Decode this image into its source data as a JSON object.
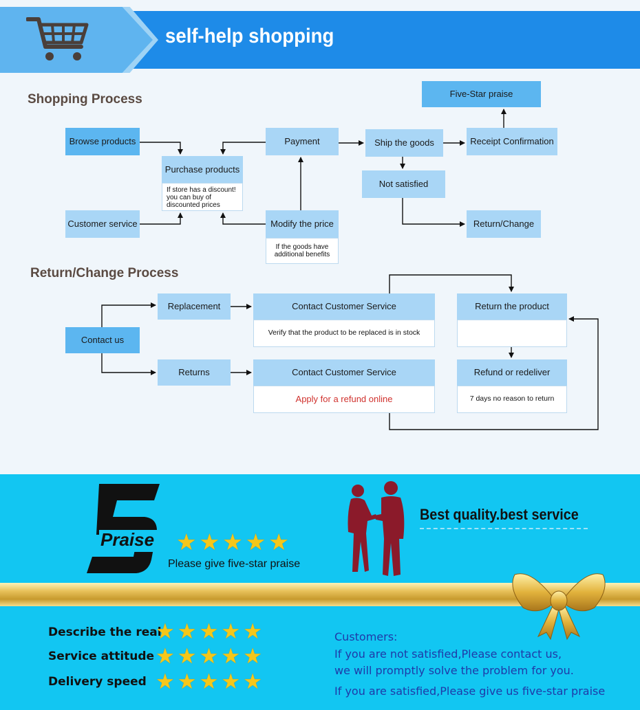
{
  "header": {
    "title": "self-help shopping",
    "icon": "shopping-cart-icon"
  },
  "shopping": {
    "section_title": "Shopping Process",
    "browse": "Browse products",
    "customer_service": "Customer service",
    "purchase": "Purchase products",
    "purchase_note": "If store has a discount! you can buy of discounted prices",
    "payment": "Payment",
    "modify_price": "Modify the price",
    "modify_note": "If the goods have additional benefits",
    "ship": "Ship the goods",
    "not_satisfied": "Not satisfied",
    "receipt": "Receipt Confirmation",
    "five_star": "Five-Star praise",
    "return_change": "Return/Change"
  },
  "returns": {
    "section_title": "Return/Change Process",
    "contact_us": "Contact us",
    "replacement": "Replacement",
    "returns": "Returns",
    "contact_cs_1": "Contact Customer Service",
    "verify_note": "Verify that the product to be replaced is in stock",
    "contact_cs_2": "Contact Customer Service",
    "apply_refund": "Apply for a refund online",
    "return_product": "Return the product",
    "refund_redeliver": "Refund or redeliver",
    "seven_days": "7 days no reason to return"
  },
  "banner": {
    "big_number": "5",
    "praise_word": "Praise",
    "praise_sub": "Please give five-star praise",
    "slogan": "Best quality.best service",
    "ratings": [
      {
        "label": "Describe the real",
        "stars": 5
      },
      {
        "label": "Service attitude",
        "stars": 5
      },
      {
        "label": "Delivery speed",
        "stars": 5
      }
    ],
    "customers_heading": "Customers:",
    "msg_line1": "If you are not satisfied,Please contact us,",
    "msg_line2": "we will promptly solve the problem for you.",
    "msg_line3": "If you are satisfied,Please give us five-star praise"
  },
  "colors": {
    "header_blue": "#1e8be8",
    "box_dark": "#5cb6f0",
    "box_light": "#a9d6f6",
    "banner_cyan": "#12c6f2",
    "star_gold": "#f5c71a",
    "refund_red": "#d0312d"
  }
}
